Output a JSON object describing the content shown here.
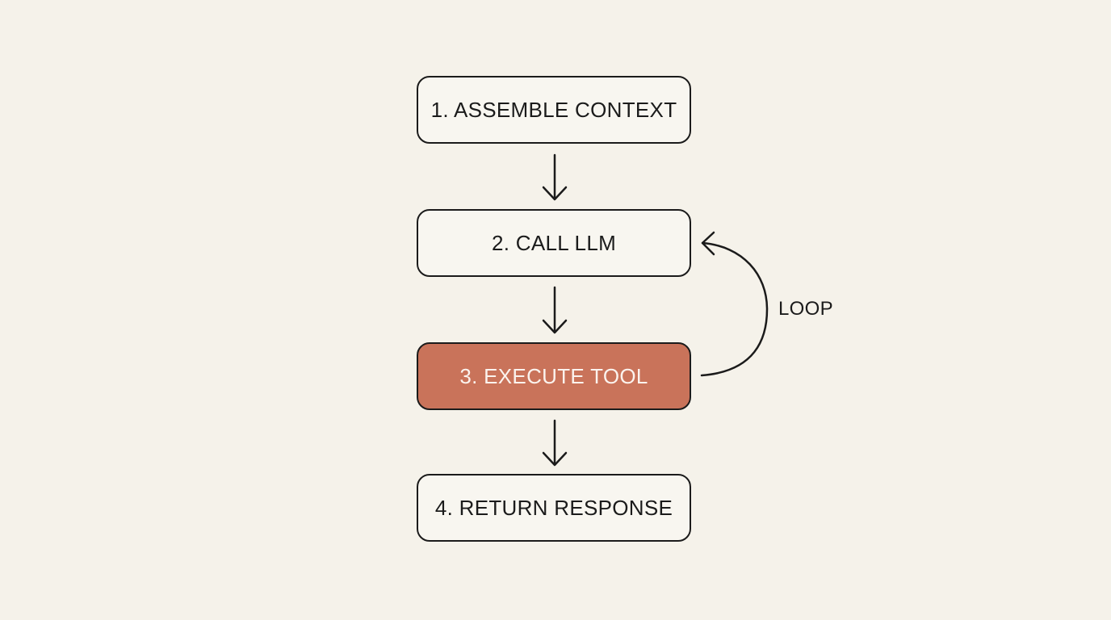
{
  "steps": [
    {
      "label": "1. ASSEMBLE CONTEXT"
    },
    {
      "label": "2. CALL LLM"
    },
    {
      "label": "3. EXECUTE TOOL"
    },
    {
      "label": "4. RETURN RESPONSE"
    }
  ],
  "loop": {
    "label": "LOOP"
  },
  "colors": {
    "background": "#f5f2ea",
    "box_fill": "#f8f6f0",
    "stroke": "#1b1b1b",
    "highlight_fill": "#c9735a",
    "highlight_text": "#fbf3ee"
  }
}
